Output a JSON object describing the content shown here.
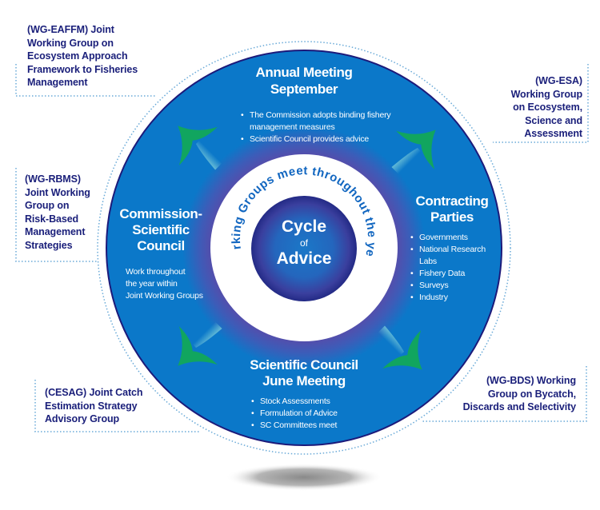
{
  "colors": {
    "circle_blue": "#0b78c9",
    "circle_edge": "#1c1a7a",
    "glow_purple": "#5a4aa8",
    "inner_dark": "#2d3a9a",
    "inner_light": "#1f6fc4",
    "ring_text": "#1166c0",
    "wg_text": "#1a1f7a",
    "dotted": "#6aaad8",
    "arrow_green": "#12a85a",
    "arrow_light": "#6fc3d8"
  },
  "center": {
    "line1": "Cycle",
    "line2": "of",
    "line3": "Advice"
  },
  "ring_text": "Working Groups meet throughout the year",
  "stages": {
    "annual": {
      "title_line1": "Annual Meeting",
      "title_line2": "September",
      "items": [
        "The Commission adopts binding fishery management measures",
        "Scientific Council provides advice"
      ]
    },
    "contracting": {
      "title_line1": "Contracting",
      "title_line2": "Parties",
      "items": [
        "Governments",
        "National Research Labs",
        "Fishery Data",
        "Surveys",
        "Industry"
      ]
    },
    "june": {
      "title_line1": "Scientific Council",
      "title_line2": "June Meeting",
      "items": [
        "Stock Assessments",
        "Formulation of Advice",
        "SC Committees meet"
      ]
    },
    "commission": {
      "title_line1": "Commission-",
      "title_line2": "Scientific",
      "title_line3": "Council",
      "desc_line1": "Work throughout",
      "desc_line2": "the year within",
      "desc_line3": "Joint Working Groups"
    }
  },
  "working_groups": {
    "eaffm": [
      "(WG-EAFFM) Joint",
      "Working Group on",
      "Ecosystem Approach",
      "Framework to Fisheries",
      "Management"
    ],
    "esa": [
      "(WG-ESA)",
      "Working Group",
      "on Ecosystem,",
      "Science and",
      "Assessment"
    ],
    "rbms": [
      "(WG-RBMS)",
      "Joint Working",
      "Group on",
      "Risk-Based",
      "Management",
      "Strategies"
    ],
    "cesag": [
      "(CESAG) Joint Catch",
      "Estimation Strategy",
      "Advisory Group"
    ],
    "bds": [
      "(WG-BDS) Working",
      "Group on Bycatch,",
      "Discards and Selectivity"
    ]
  },
  "icons": {
    "arrows": [
      "curved-arrow-top-left",
      "curved-arrow-top-right",
      "curved-arrow-bottom-right",
      "curved-arrow-bottom-left"
    ]
  }
}
